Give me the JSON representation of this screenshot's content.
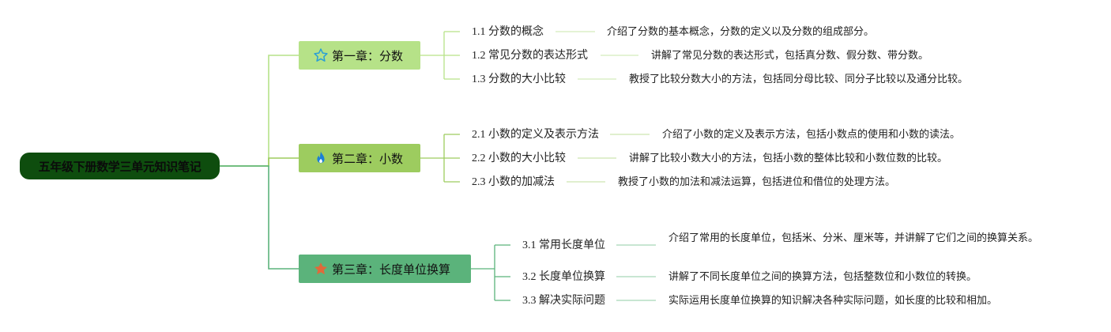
{
  "root": {
    "title": "五年级下册数学三单元知识笔记"
  },
  "colors": {
    "root_bg": "#0e4d0e",
    "ch1_bg": "#b6e288",
    "ch2_bg": "#9dcc5f",
    "ch3_bg": "#5bb37b",
    "ch1_line": "#b6e288",
    "ch2_line": "#9dcc5f",
    "ch3_line": "#5bb37b",
    "star_outline": "#2a9fd6",
    "flame": "#1a7fd6",
    "star_filled": "#e06a3a"
  },
  "chapters": [
    {
      "label": "第一章：分数",
      "icon": "star-outline-icon",
      "subs": [
        {
          "label": "1.1 分数的概念",
          "desc": "介绍了分数的基本概念，分数的定义以及分数的组成部分。"
        },
        {
          "label": "1.2 常见分数的表达形式",
          "desc": "讲解了常见分数的表达形式，包括真分数、假分数、带分数。"
        },
        {
          "label": "1.3 分数的大小比较",
          "desc": "教授了比较分数大小的方法，包括同分母比较、同分子比较以及通分比较。"
        }
      ]
    },
    {
      "label": "第二章：小数",
      "icon": "flame-icon",
      "subs": [
        {
          "label": "2.1 小数的定义及表示方法",
          "desc": "介绍了小数的定义及表示方法，包括小数点的使用和小数的读法。"
        },
        {
          "label": "2.2 小数的大小比较",
          "desc": "讲解了比较小数大小的方法，包括小数的整体比较和小数位数的比较。"
        },
        {
          "label": "2.3 小数的加减法",
          "desc": "教授了小数的加法和减法运算，包括进位和借位的处理方法。"
        }
      ]
    },
    {
      "label": "第三章：长度单位换算",
      "icon": "star-filled-icon",
      "subs": [
        {
          "label": "3.1 常用长度单位",
          "desc": "介绍了常用的长度单位，包括米、分米、厘米等，并讲解了它们之间的换算关系。"
        },
        {
          "label": "3.2 长度单位换算",
          "desc": "讲解了不同长度单位之间的换算方法，包括整数位和小数位的转换。"
        },
        {
          "label": "3.3 解决实际问题",
          "desc": "实际运用长度单位换算的知识解决各种实际问题，如长度的比较和相加。"
        }
      ]
    }
  ]
}
